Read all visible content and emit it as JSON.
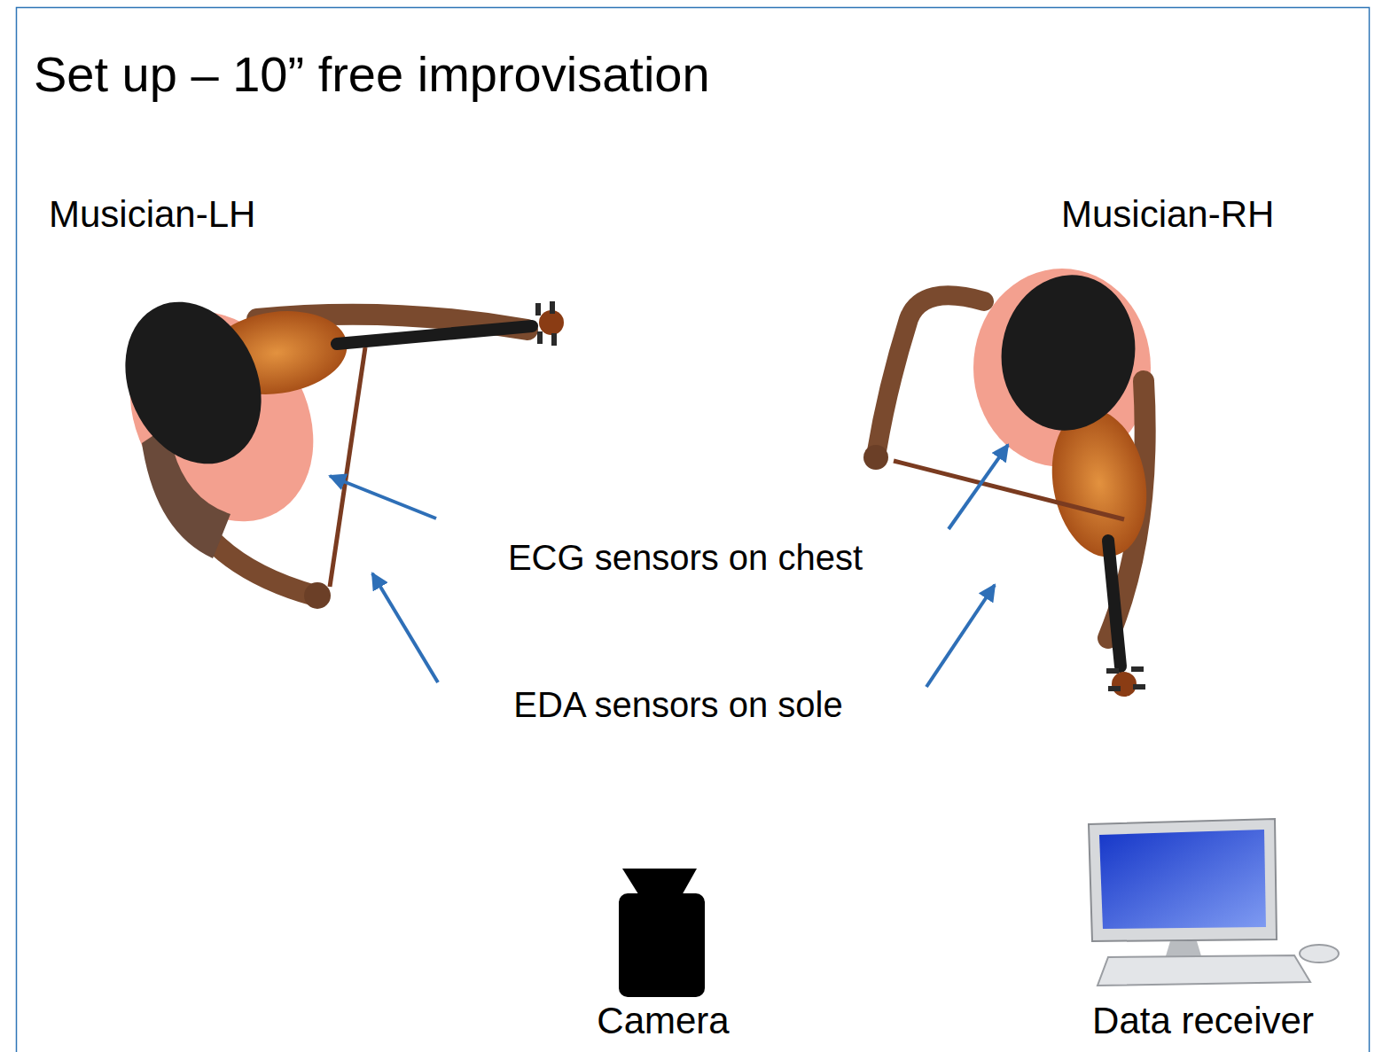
{
  "diagram": {
    "title": "Set up – 10” free improvisation",
    "labels": [
      "Musician-LH",
      "Musician-RH",
      "ECG sensors on chest",
      "EDA sensors on sole",
      "Camera",
      "Data receiver"
    ]
  }
}
